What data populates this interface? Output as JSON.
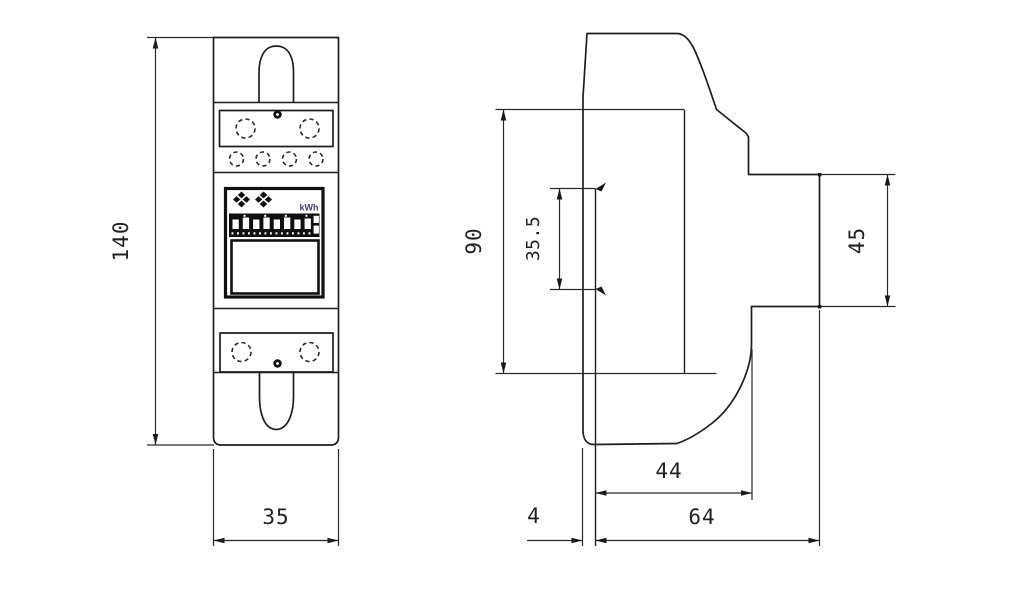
{
  "drawing": {
    "title": "DIN-rail kWh meter outline drawing",
    "views": [
      "front view",
      "side view"
    ],
    "line_color": "#1e1e1e",
    "background_color": "#ffffff"
  },
  "labels": {
    "kwh": "kWh"
  },
  "dimensions": {
    "front_height": "140",
    "front_width": "35",
    "body_height": "90",
    "rail_slot_height": "35.5",
    "terminal_block_height": "45",
    "upper_depth": "44",
    "rail_offset": "4",
    "total_depth": "64"
  }
}
